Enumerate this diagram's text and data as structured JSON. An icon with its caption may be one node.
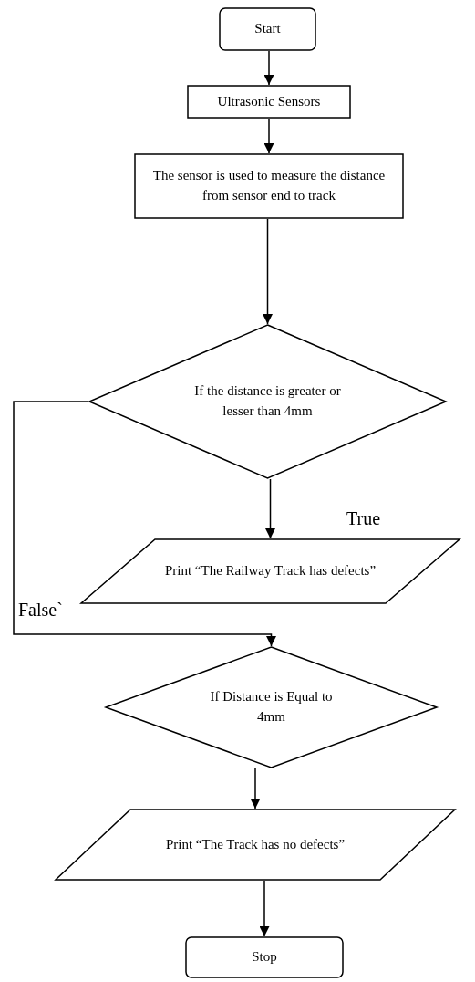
{
  "diagram": {
    "nodes": [
      {
        "text": [
          "Start"
        ]
      },
      {
        "text": [
          "Ultrasonic Sensors"
        ]
      },
      {
        "text": [
          "The sensor is used to measure the distance from sensor end to track"
        ]
      },
      {
        "text": [
          "If the distance is greater or lesser than 4mm"
        ]
      },
      {
        "text": [
          "Print “The Railway Track has defects”"
        ]
      },
      {
        "text": [
          "If Distance is Equal to 4mm"
        ]
      },
      {
        "text": [
          "Print “The Track has no defects”"
        ]
      },
      {
        "text": [
          "Stop"
        ]
      }
    ],
    "edges": [
      {
        "from": 0,
        "to": 1,
        "arrow": "to"
      },
      {
        "from": 1,
        "to": 2,
        "arrow": "to"
      },
      {
        "from": 2,
        "to": 3,
        "arrow": "to"
      },
      {
        "from": 3,
        "to": 4,
        "arrow": "to",
        "label": "True"
      },
      {
        "from": 3,
        "to": 5,
        "arrow": "to",
        "label": "False`"
      },
      {
        "from": 5,
        "to": 6,
        "arrow": "to"
      },
      {
        "from": 6,
        "to": 7,
        "arrow": "to"
      }
    ]
  }
}
